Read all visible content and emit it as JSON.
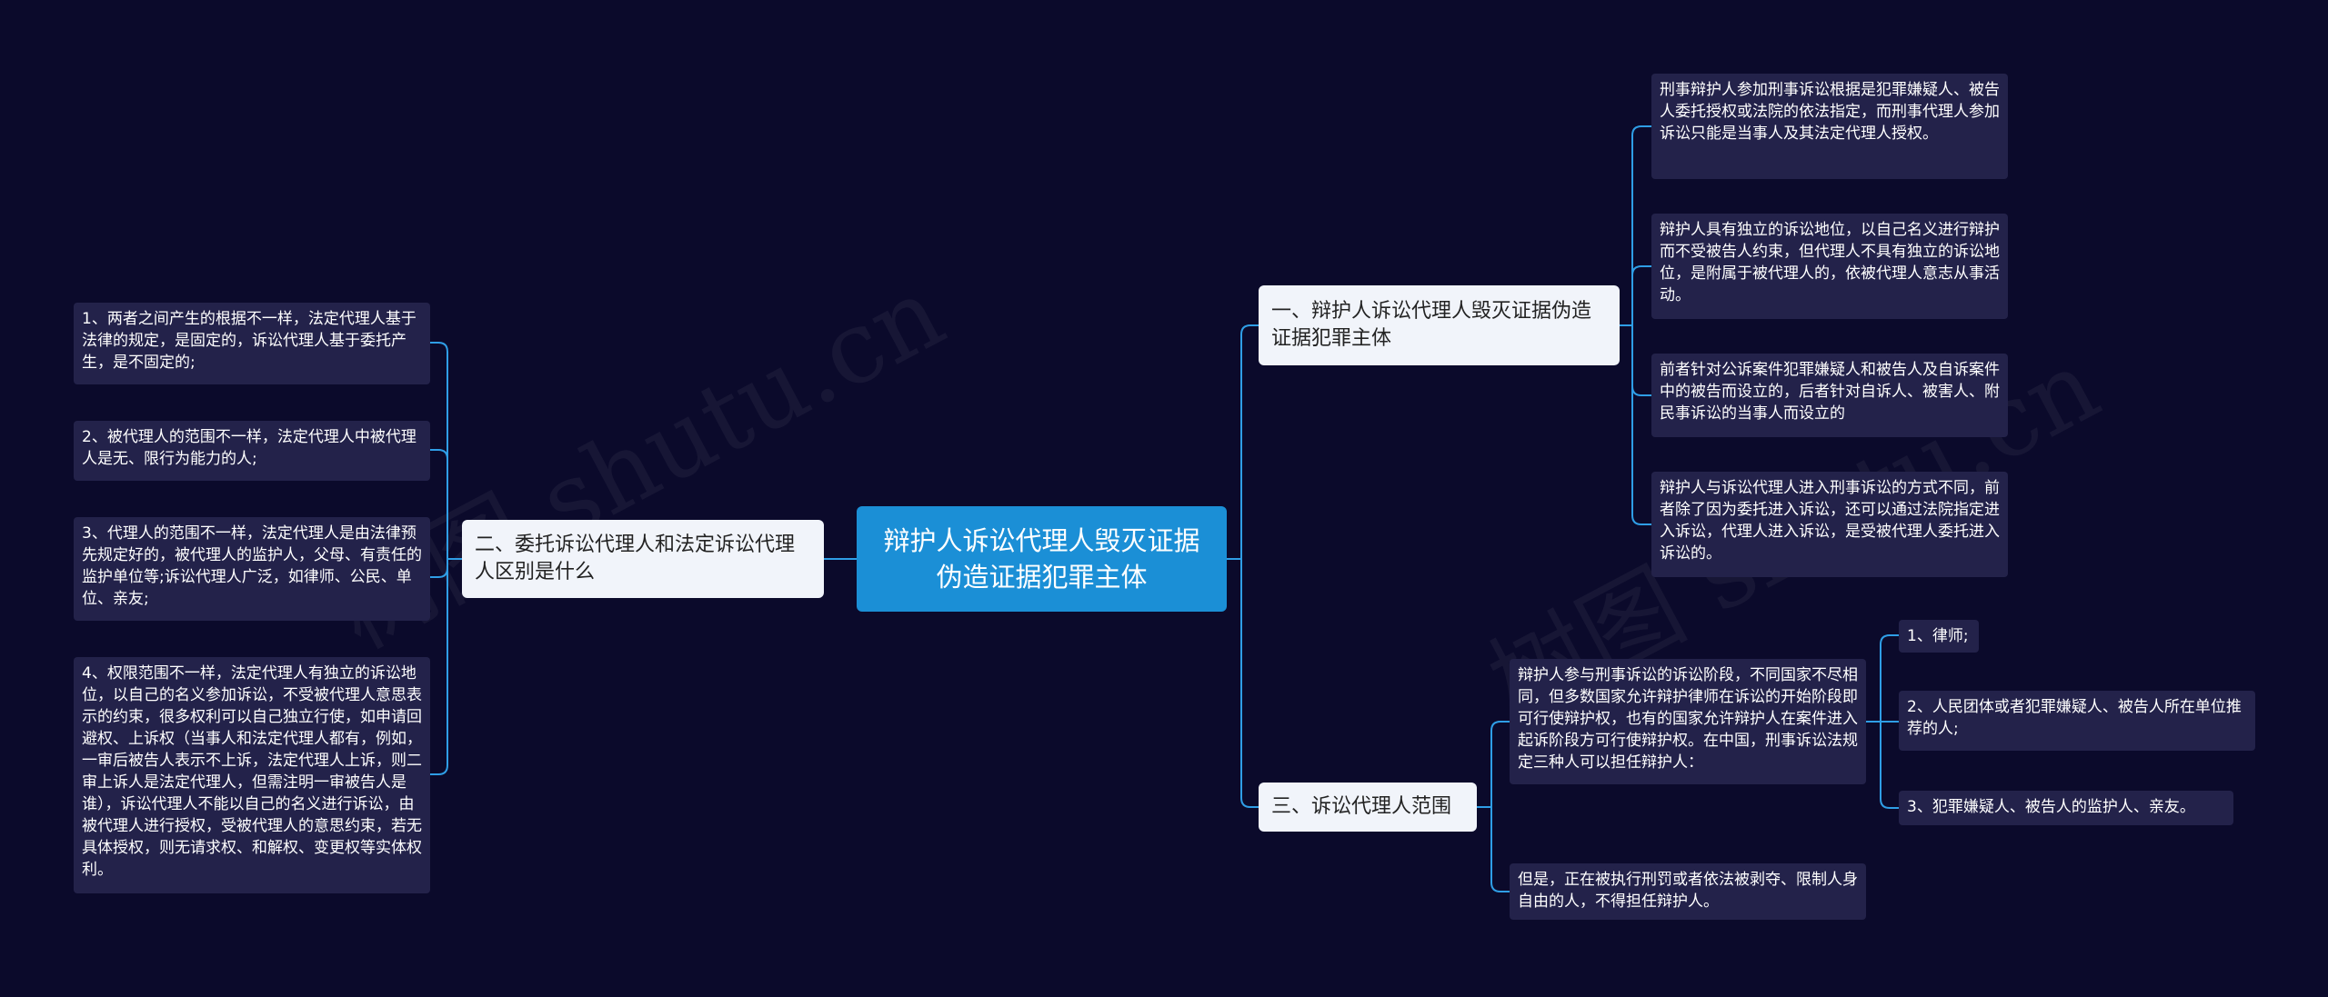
{
  "mindmap": {
    "root": "辩护人诉讼代理人毁灭证据伪造证据犯罪主体",
    "branch_right_1": {
      "label": "一、辩护人诉讼代理人毁灭证据伪造证据犯罪主体",
      "leaves": [
        "刑事辩护人参加刑事诉讼根据是犯罪嫌疑人、被告人委托授权或法院的依法指定，而刑事代理人参加诉讼只能是当事人及其法定代理人授权。",
        "辩护人具有独立的诉讼地位，以自己名义进行辩护而不受被告人约束，但代理人不具有独立的诉讼地位，是附属于被代理人的，依被代理人意志从事活动。",
        "前者针对公诉案件犯罪嫌疑人和被告人及自诉案件中的被告而设立的，后者针对自诉人、被害人、附民事诉讼的当事人而设立的",
        "辩护人与诉讼代理人进入刑事诉讼的方式不同，前者除了因为委托进入诉讼，还可以通过法院指定进入诉讼，代理人进入诉讼，是受被代理人委托进入诉讼的。"
      ]
    },
    "branch_right_2": {
      "label": "三、诉讼代理人范围",
      "leaf_1": "辩护人参与刑事诉讼的诉讼阶段，不同国家不尽相同，但多数国家允许辩护律师在诉讼的开始阶段即可行使辩护权，也有的国家允许辩护人在案件进入起诉阶段方可行使辩护权。在中国，刑事诉讼法规定三种人可以担任辩护人：",
      "sub_leaves": [
        "1、律师;",
        "2、人民团体或者犯罪嫌疑人、被告人所在单位推荐的人;",
        "3、犯罪嫌疑人、被告人的监护人、亲友。"
      ],
      "leaf_2": "但是，正在被执行刑罚或者依法被剥夺、限制人身自由的人，不得担任辩护人。"
    },
    "branch_left": {
      "label": "二、委托诉讼代理人和法定诉讼代理人区别是什么",
      "leaves": [
        "1、两者之间产生的根据不一样，法定代理人基于法律的规定，是固定的，诉讼代理人基于委托产生，是不固定的;",
        "2、被代理人的范围不一样，法定代理人中被代理人是无、限行为能力的人;",
        "3、代理人的范围不一样，法定代理人是由法律预先规定好的，被代理人的监护人，父母、有责任的监护单位等;诉讼代理人广泛，如律师、公民、单位、亲友;",
        "4、权限范围不一样，法定代理人有独立的诉讼地位，以自己的名义参加诉讼，不受被代理人意思表示的约束，很多权利可以自己独立行使，如申请回避权、上诉权（当事人和法定代理人都有，例如，一审后被告人表示不上诉，法定代理人上诉，则二审上诉人是法定代理人，但需注明一审被告人是谁），诉讼代理人不能以自己的名义进行诉讼，由被代理人进行授权，受被代理人的意思约束，若无具体授权，则无请求权、和解权、变更权等实体权利。"
      ]
    },
    "watermark": "树图 shutu.cn",
    "colors": {
      "background": "#0b0a2b",
      "root": "#1b8fd6",
      "branch": "#f1f4fa",
      "leaf": "#23224a",
      "connector": "#2f9ee6"
    }
  }
}
